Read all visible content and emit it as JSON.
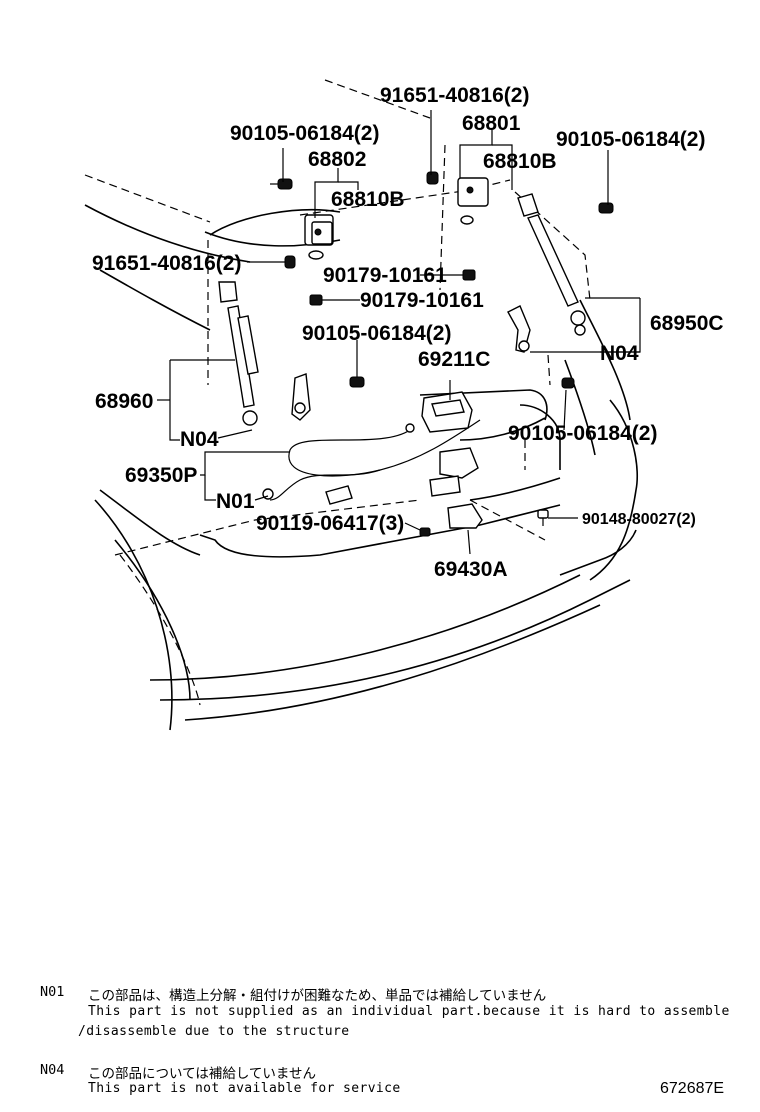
{
  "diagram": {
    "labels": {
      "p91651_top": "91651-40816(2)",
      "p68801": "68801",
      "p90105_left": "90105-06184(2)",
      "p90105_right": "90105-06184(2)",
      "p68802": "68802",
      "p68810B_left": "68810B",
      "p68810B_right": "68810B",
      "p91651_left": "91651-40816(2)",
      "p90179_a": "90179-10161",
      "p90179_b": "90179-10161",
      "p68950C": "68950C",
      "p90105_mid": "90105-06184(2)",
      "p69211C": "69211C",
      "n04_right": "N04",
      "p68960": "68960",
      "n04_left": "N04",
      "p90105_lower": "90105-06184(2)",
      "p69350P": "69350P",
      "n01": "N01",
      "p90148": "90148-80027(2)",
      "p90119": "90119-06417(3)",
      "p69430A": "69430A"
    }
  },
  "notes": {
    "n01": {
      "code": "N01",
      "ja": "この部品は、構造上分解・組付けが困難なため、単品では補給していません",
      "en1": "This part is not supplied as an individual part.because it is hard to assemble",
      "en2": "/disassemble due to the structure"
    },
    "n04": {
      "code": "N04",
      "ja": "この部品については補給していません",
      "en": "This part is not available for service"
    }
  },
  "reference_code": "672687E"
}
